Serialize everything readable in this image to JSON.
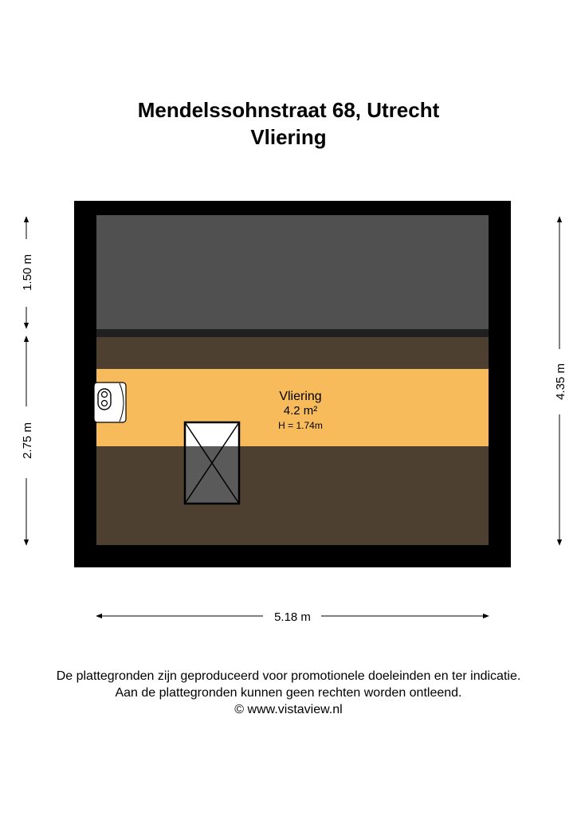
{
  "header": {
    "address": "Mendelssohnstraat 68, Utrecht",
    "floor": "Vliering"
  },
  "room": {
    "name": "Vliering",
    "area": "4.2 m²",
    "height": "H = 1.74m"
  },
  "dimensions": {
    "left_top": "1.50 m",
    "left_bottom": "2.75 m",
    "right": "4.35 m",
    "bottom": "5.18 m"
  },
  "colors": {
    "wall": "#000000",
    "roof_slope": "#505050",
    "low_zone": "#4e4030",
    "standing_zone": "#f8bb5c",
    "hatch": "#5a5a5a"
  },
  "footer": {
    "line1": "De plattegronden zijn geproduceerd voor promotionele doeleinden en ter indicatie.",
    "line2": "Aan de plattegronden kunnen geen rechten worden ontleend.",
    "line3": "© www.vistaview.nl"
  }
}
